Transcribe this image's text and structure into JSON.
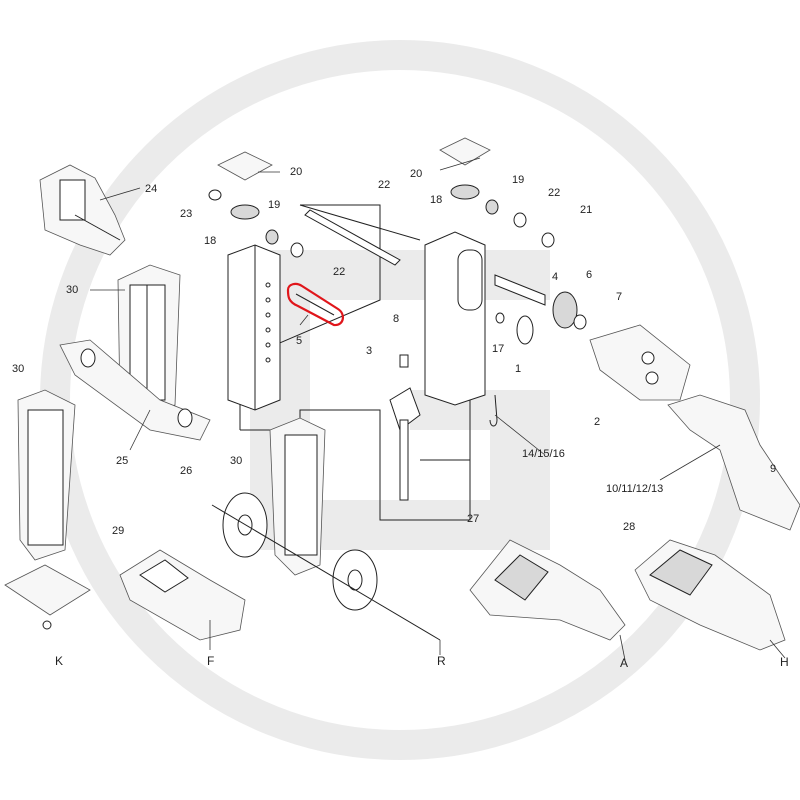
{
  "watermark_color": "#ebebeb",
  "highlight_color": "#e0161b",
  "labels": {
    "l20a": "20",
    "l20b": "20",
    "l19a": "19",
    "l19b": "19",
    "l22a": "22",
    "l22b": "22",
    "l22c": "22",
    "l23": "23",
    "l18a": "18",
    "l18b": "18",
    "l21": "21",
    "l24": "24",
    "l30a": "30",
    "l30b": "30",
    "l30c": "30",
    "l5": "5",
    "l4": "4",
    "l6": "6",
    "l7": "7",
    "l8": "8",
    "l3": "3",
    "l17": "17",
    "l1": "1",
    "l2": "2",
    "l25": "25",
    "l26": "26",
    "l29": "29",
    "l27": "27",
    "l28": "28",
    "l14": "14/15/16",
    "l10": "10/11/12/13",
    "l9": "9",
    "lK": "K",
    "lF": "F",
    "lR": "R",
    "lA": "A",
    "lH": "H"
  }
}
